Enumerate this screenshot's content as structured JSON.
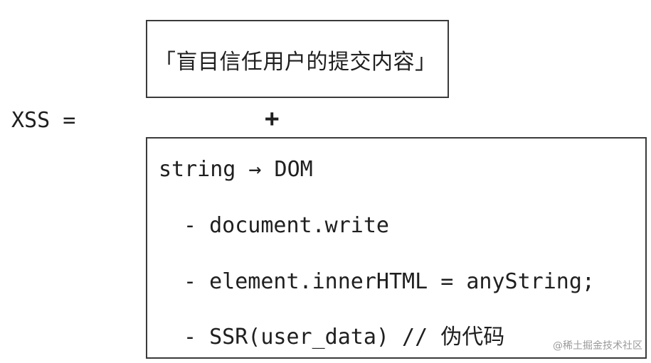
{
  "diagram": {
    "xss_label": "XSS =",
    "plus": "+",
    "top_box": {
      "text": "「盲目信任用户的提交内容」"
    },
    "bottom_box": {
      "lines": [
        "string → DOM",
        "- document.write",
        "- element.innerHTML = anyString;",
        "- SSR(user_data) // 伪代码"
      ]
    }
  },
  "watermark": "@稀土掘金技术社区"
}
